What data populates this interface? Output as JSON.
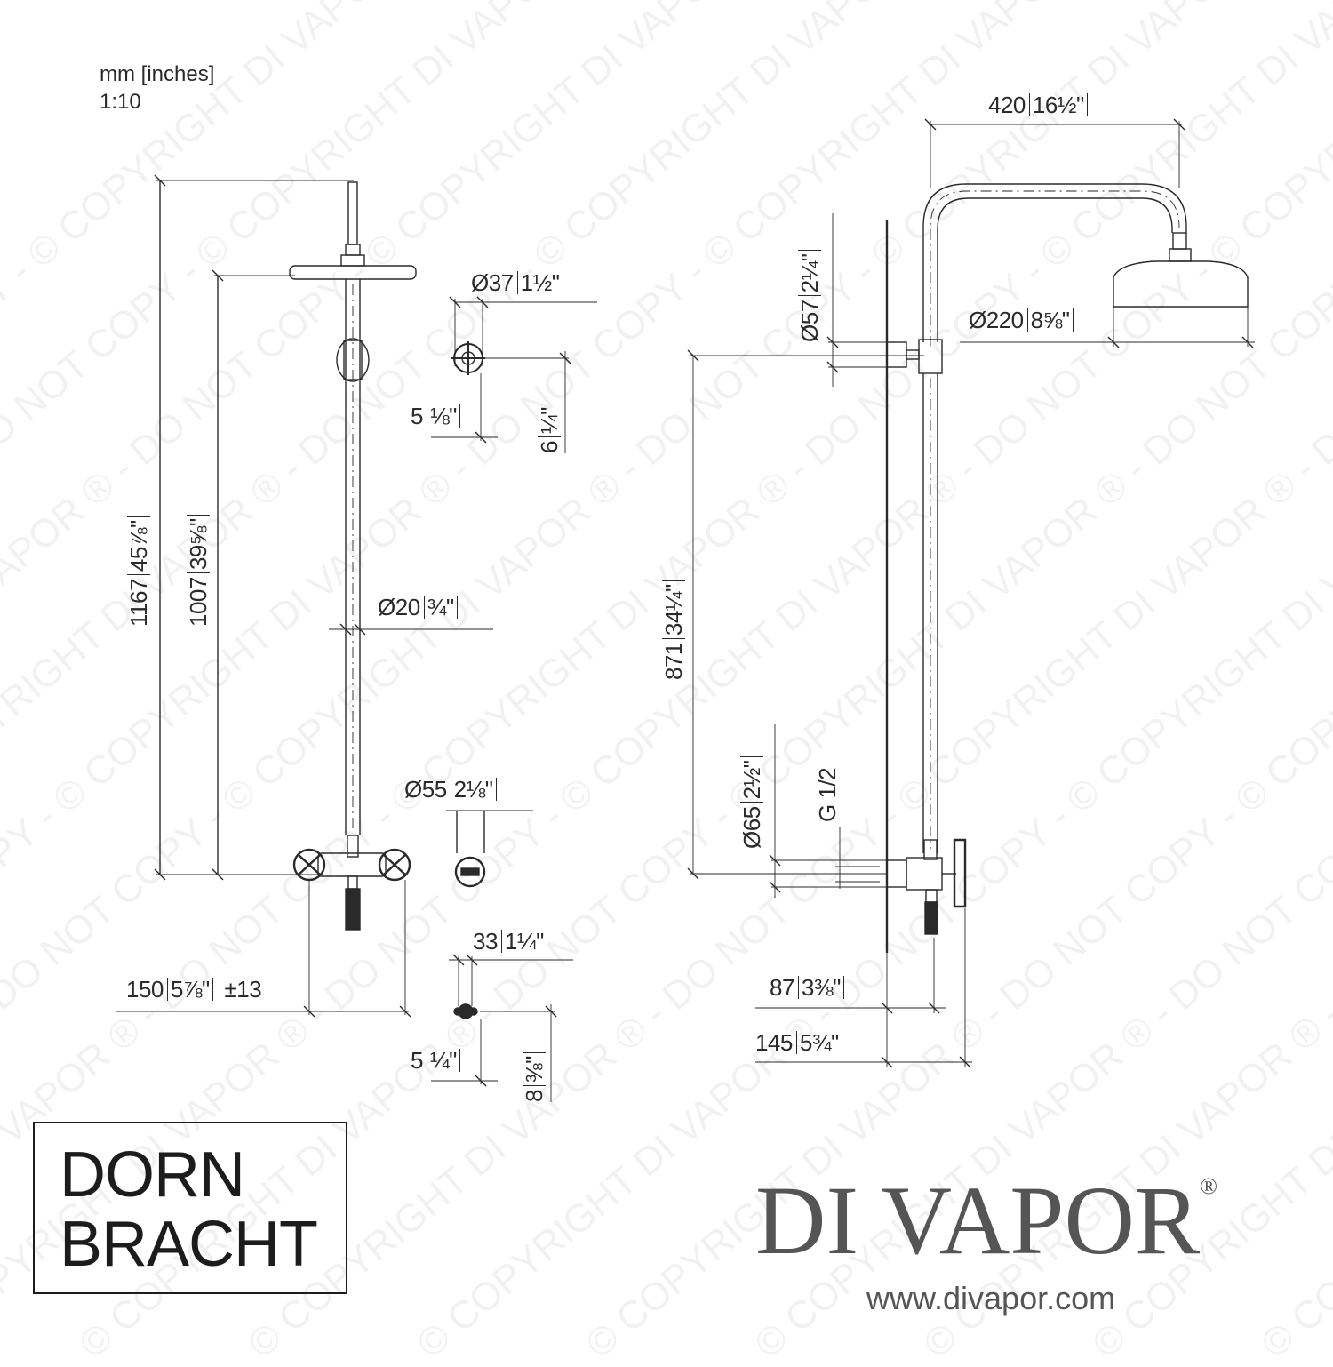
{
  "units": {
    "line1": "mm [inches]",
    "line2": "1:10"
  },
  "front_view": {
    "height_total": {
      "mm": "1167",
      "in": "45⅞\""
    },
    "height_head": {
      "mm": "1007",
      "in": "39⅝\""
    },
    "pipe_diameter": {
      "prefix": "Ø",
      "mm": "20",
      "in": "¾\""
    },
    "spacing": {
      "mm": "150",
      "in": "5⅞\"",
      "tolerance": "±13"
    }
  },
  "detail_bracket": {
    "diameter": {
      "prefix": "Ø",
      "mm": "37",
      "in": "1½\""
    },
    "offset": {
      "mm": "5",
      "in": "⅛\""
    },
    "depth": {
      "mm": "6",
      "in": "¼\""
    }
  },
  "detail_cap": {
    "diameter": {
      "prefix": "Ø",
      "mm": "55",
      "in": "2⅛\""
    }
  },
  "detail_handle": {
    "width": {
      "mm": "33",
      "in": "1¼\""
    },
    "offset": {
      "mm": "5",
      "in": "¼\""
    },
    "depth": {
      "mm": "8",
      "in": "⅜\""
    }
  },
  "side_view": {
    "arm_length": {
      "mm": "420",
      "in": "16½\""
    },
    "wall_bracket_diameter": {
      "prefix": "Ø",
      "mm": "57",
      "in": "2¼\""
    },
    "head_diameter": {
      "prefix": "Ø",
      "mm": "220",
      "in": "8⅝\""
    },
    "height_outlet": {
      "mm": "871",
      "in": "34¼\""
    },
    "flange_diameter": {
      "prefix": "Ø",
      "mm": "65",
      "in": "2½\""
    },
    "thread": "G 1/2",
    "projection_valve": {
      "mm": "87",
      "in": "3⅜\""
    },
    "projection_total": {
      "mm": "145",
      "in": "5¾\""
    }
  },
  "branding": {
    "logo_line1": "DORN",
    "logo_line2": "BRACHT",
    "divapor_name": "DI VAPOR",
    "divapor_mark": "®",
    "divapor_url": "www.divapor.com",
    "watermark": "© COPYRIGHT DI VAPOR ® - DO NOT COPY - "
  }
}
